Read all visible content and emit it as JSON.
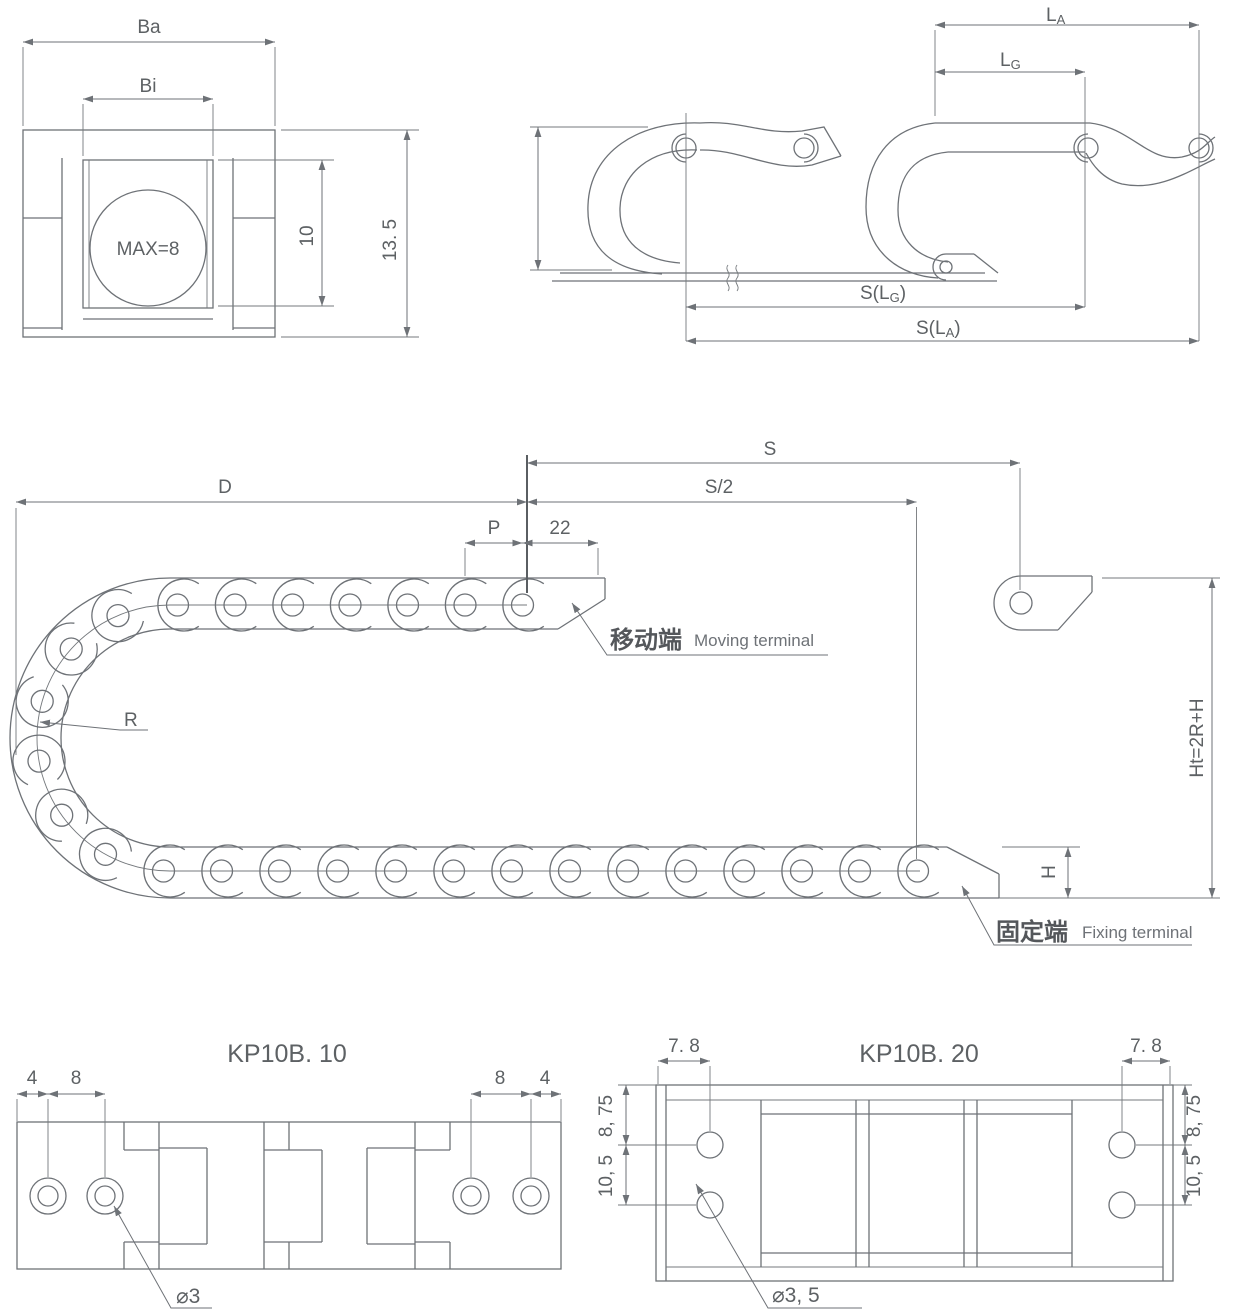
{
  "cross_section_view": {
    "dim_outer_width": "Ba",
    "dim_inner_width": "Bi",
    "cavity_label": "MAX=8",
    "dim_cavity_height": "10",
    "dim_outer_height": "13. 5"
  },
  "stroke_view": {
    "dim_la_prefix": "L",
    "dim_la_sub": "A",
    "dim_lg_prefix": "L",
    "dim_lg_sub": "G",
    "dim_stroke_lg_prefix": "S(L",
    "dim_stroke_lg_sub": "G",
    "dim_stroke_lg_suffix": ")",
    "dim_stroke_la_prefix": "S(L",
    "dim_stroke_la_sub": "A",
    "dim_stroke_la_suffix": ")"
  },
  "main_view": {
    "dim_fixed_length": "D",
    "dim_stroke": "S",
    "dim_half_stroke": "S/2",
    "dim_pitch": "P",
    "dim_end_offset": "22",
    "dim_bend_radius": "R",
    "dim_total_height": "Ht=2R+H",
    "dim_link_height": "H",
    "moving_terminal_cn": "移动端",
    "moving_terminal_en": "Moving terminal",
    "fixing_terminal_cn": "固定端",
    "fixing_terminal_en": "Fixing terminal"
  },
  "kp10b10_view": {
    "title": "KP10B. 10",
    "dim_edge_left": "4",
    "dim_holes_left": "8",
    "dim_holes_right": "8",
    "dim_edge_right": "4",
    "hole_diameter": "⌀3"
  },
  "kp10b20_view": {
    "title": "KP10B. 20",
    "dim_top_left": "7. 8",
    "dim_top_right": "7. 8",
    "dim_upper_left": "8, 75",
    "dim_lower_left": "10, 5",
    "dim_upper_right": "8, 75",
    "dim_lower_right": "10, 5",
    "hole_diameter": "⌀3, 5"
  }
}
